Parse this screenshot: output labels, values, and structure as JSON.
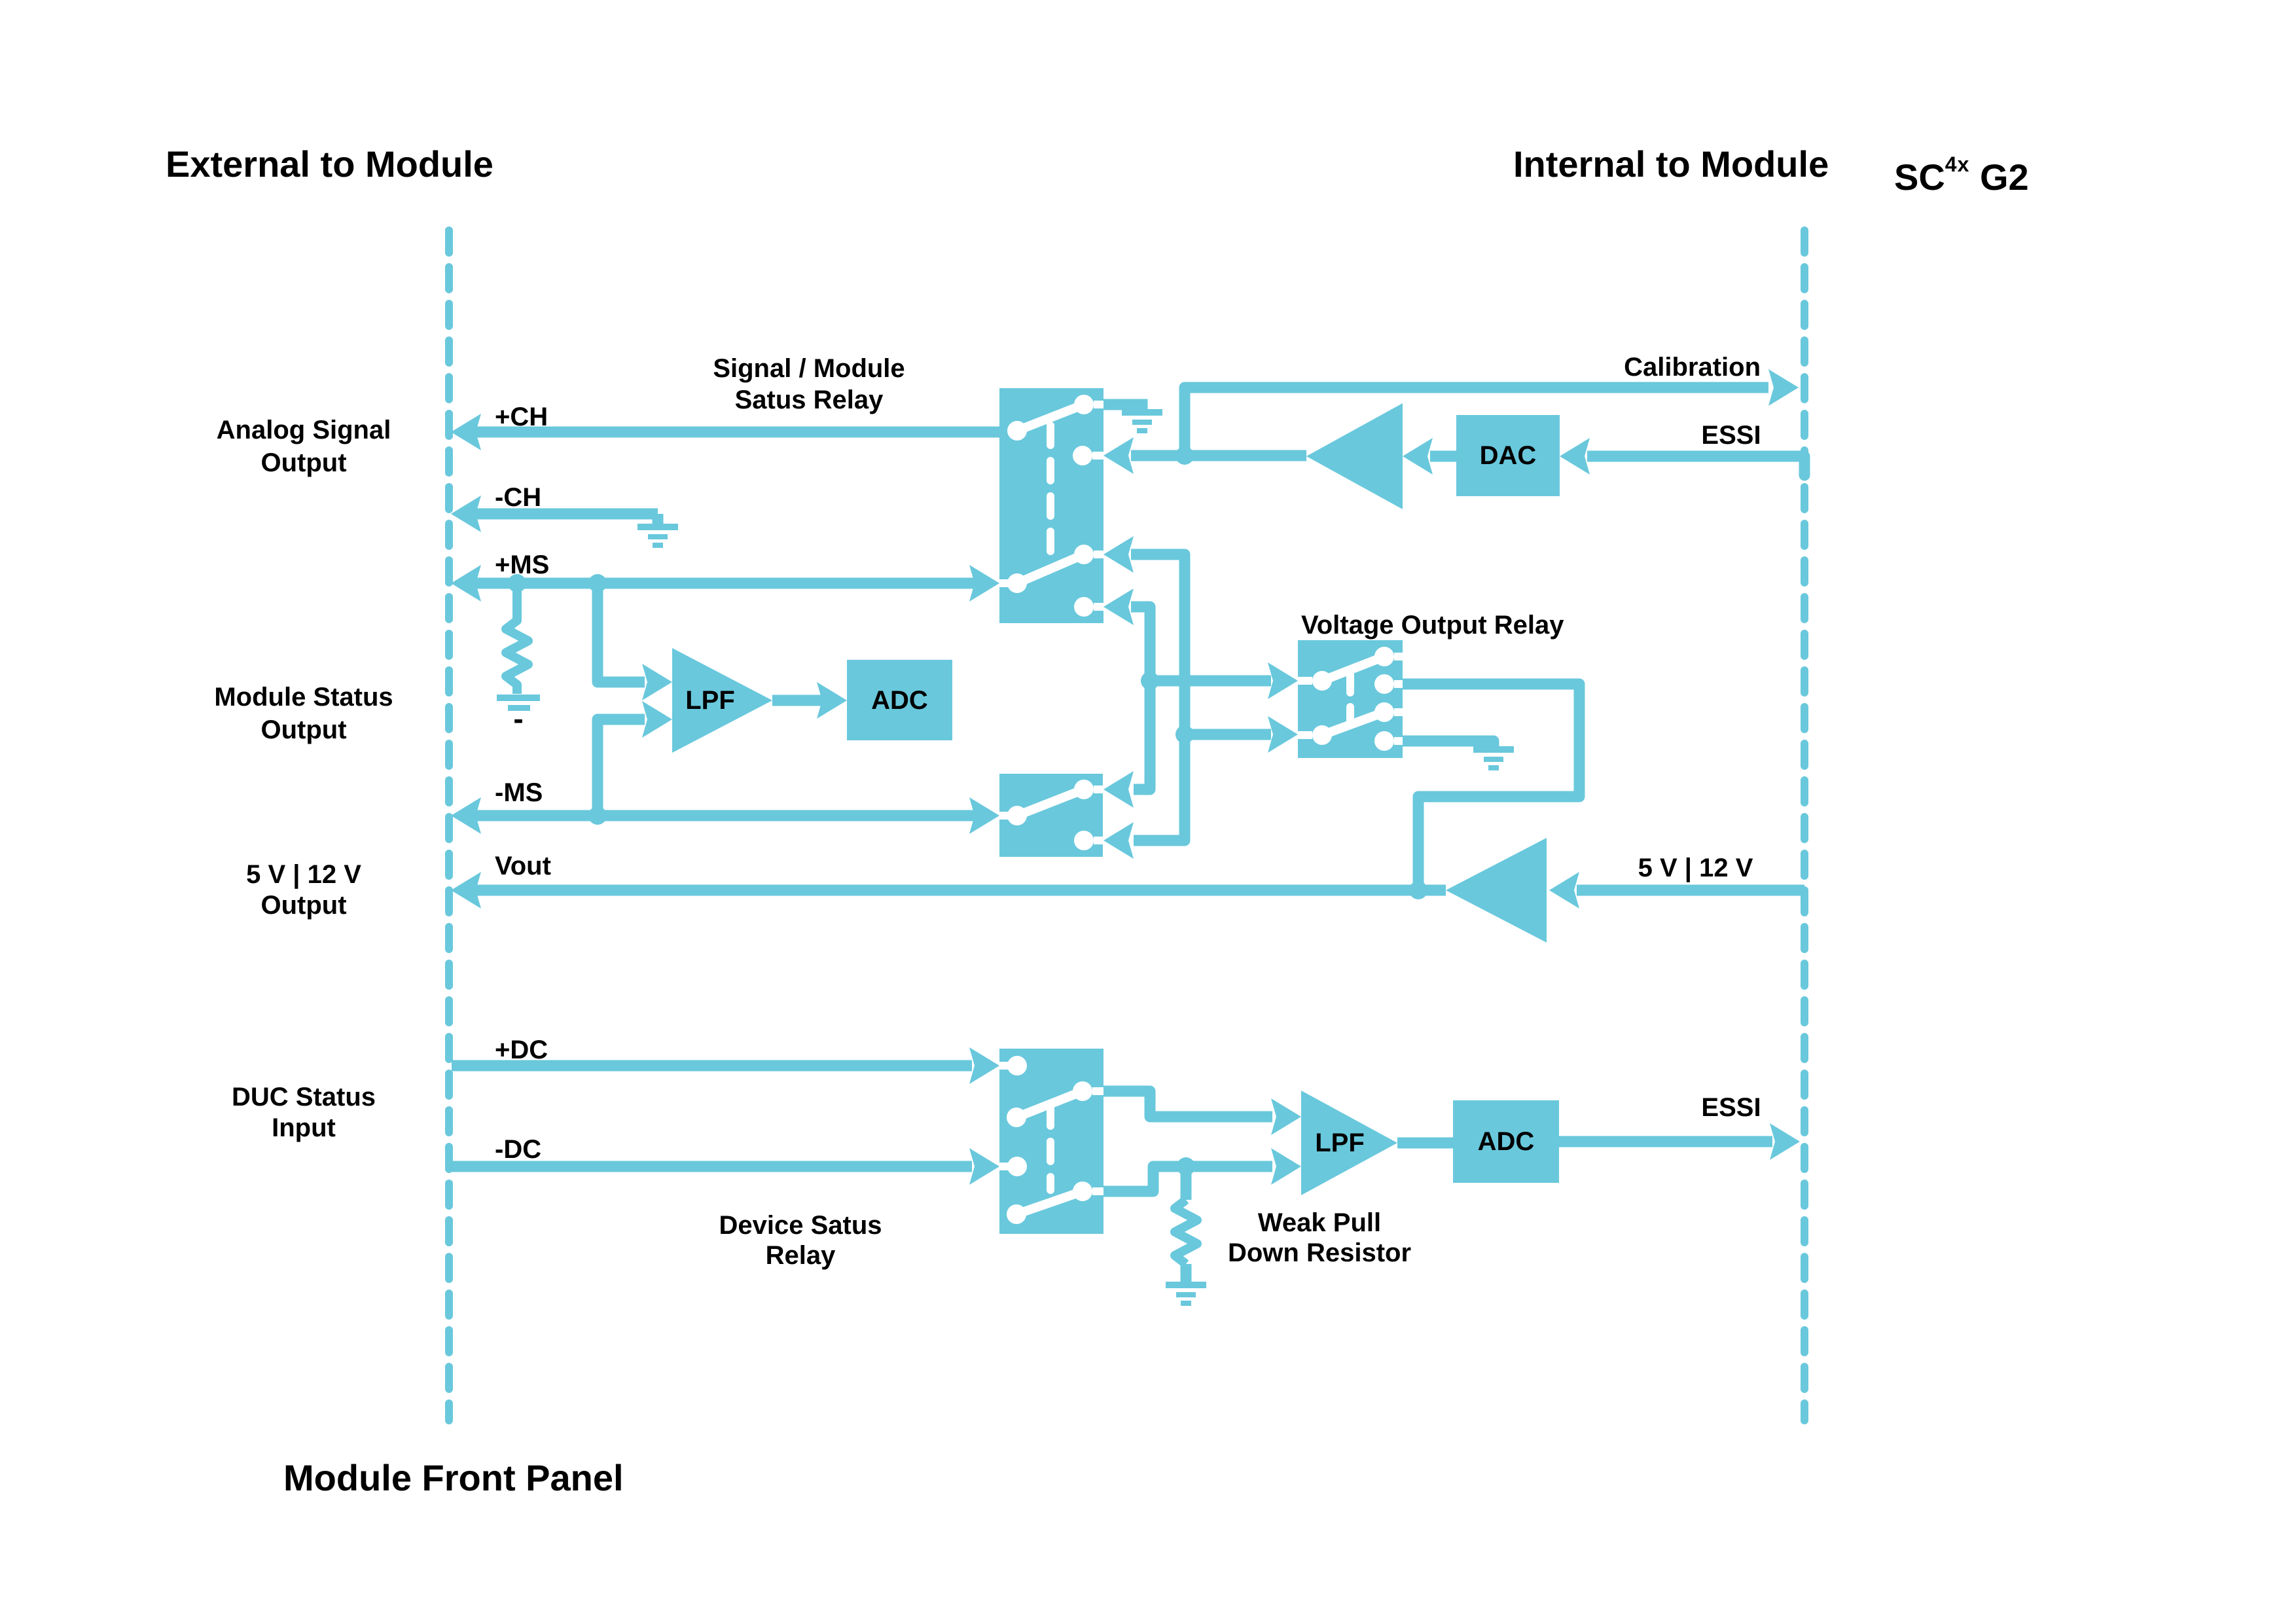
{
  "colors": {
    "teal": "#69C8DC",
    "text": "#000000",
    "background": "#FFFFFF"
  },
  "header": {
    "left_title": "External to Module",
    "right_title": "Internal to Module",
    "product": {
      "base": "SC",
      "sup": "4x",
      "suffix": " G2"
    }
  },
  "footer": {
    "title": "Module Front Panel"
  },
  "left_panel": {
    "io_labels": [
      {
        "line1": "Analog Signal",
        "line2": "Output"
      },
      {
        "line1": "Module Status",
        "line2": "Output"
      },
      {
        "line1": "5 V | 12 V",
        "line2": "Output"
      },
      {
        "line1": "DUC Status",
        "line2": "Input"
      }
    ]
  },
  "signals": {
    "pch": "+CH",
    "nch": "-CH",
    "pms": "+MS",
    "nms": "-MS",
    "vout": "Vout",
    "pdc": "+DC",
    "ndc": "-DC"
  },
  "labels": {
    "signal_module_relay": {
      "line1": "Signal / Module",
      "line2": "Satus Relay"
    },
    "calibration": "Calibration",
    "essi_top": "ESSI",
    "voltage_output_relay": "Voltage Output Relay",
    "v5_12_right": "5 V | 12 V",
    "device_relay": {
      "line1": "Device Satus",
      "line2": "Relay"
    },
    "weak_pull": {
      "line1": "Weak Pull",
      "line2": "Down Resistor"
    },
    "essi_bottom": "ESSI",
    "minus": "-"
  },
  "blocks": {
    "dac": "DAC",
    "adc_top": "ADC",
    "lpf_top": "LPF",
    "adc_bottom": "ADC",
    "lpf_bottom": "LPF"
  }
}
